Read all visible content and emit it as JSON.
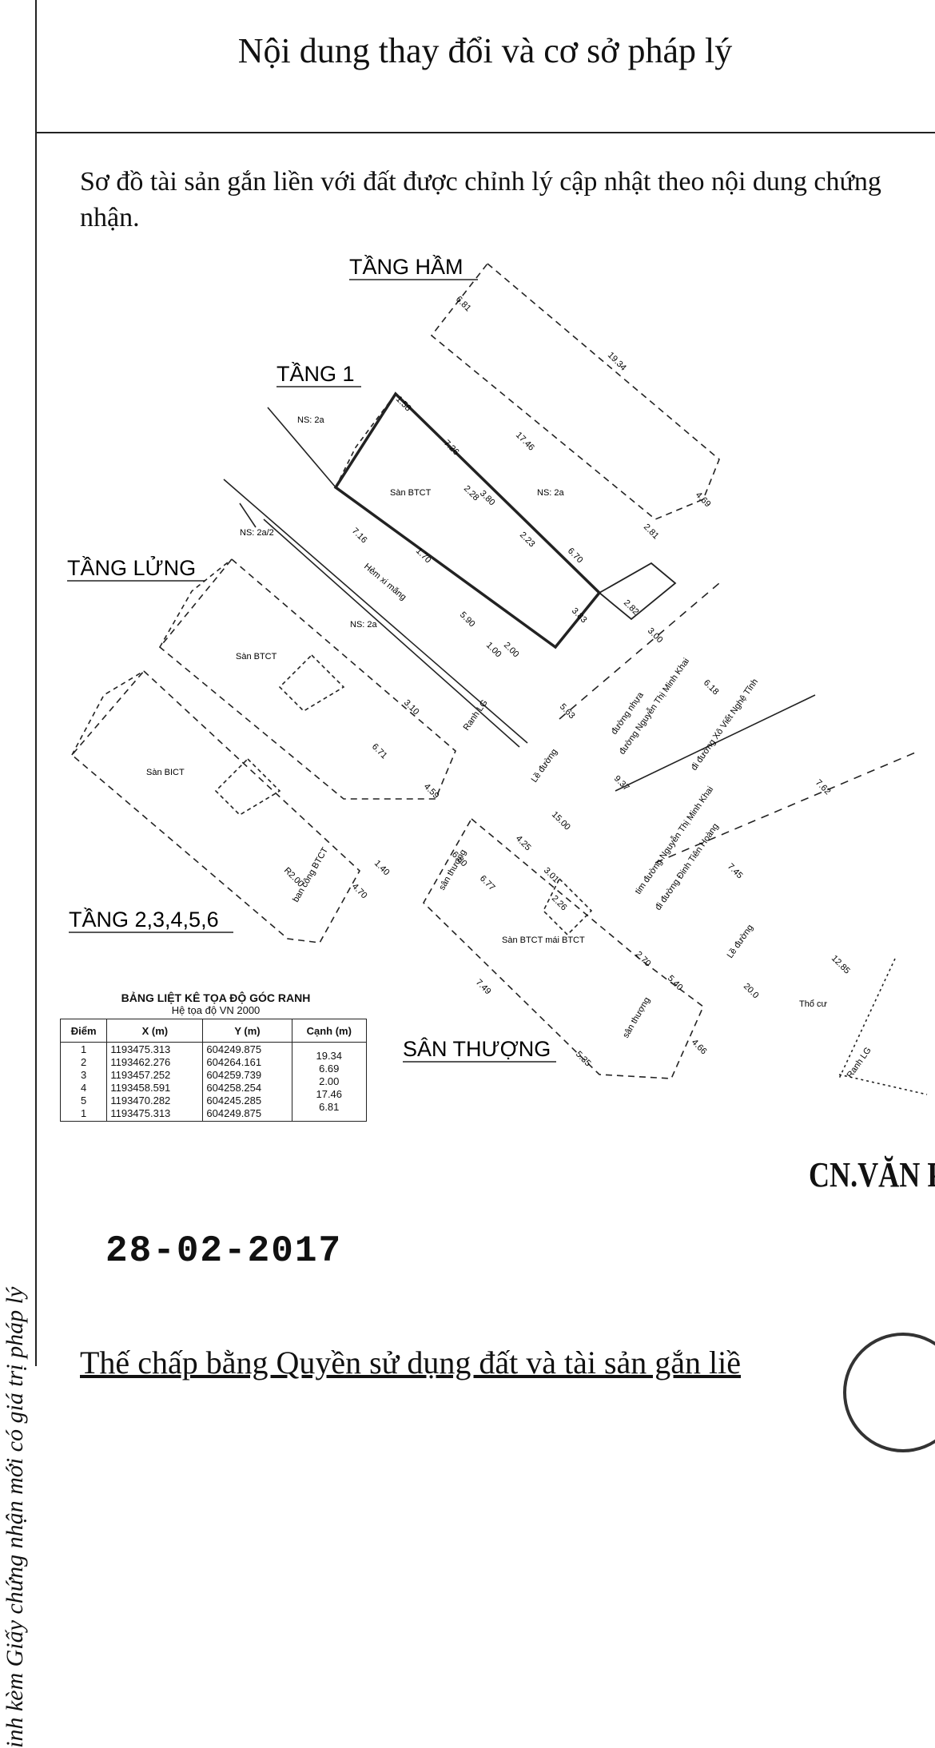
{
  "side_caption": "inh kèm Giấy chứng nhận mới có giá trị pháp lý",
  "header_title": "Nội dung thay đổi và cơ sở pháp lý",
  "intro_text": "Sơ đồ tài sản gắn liền với đất được chỉnh lý cập nhật theo nội dung chứng nhận.",
  "plan": {
    "floor_labels": {
      "basement": "TẦNG HẦM",
      "ground": "TẦNG 1",
      "mezzanine": "TẦNG LỬNG",
      "upper": "TẦNG 2,3,4,5,6",
      "roof": "SÂN THƯỢNG"
    },
    "room_labels": {
      "san_btct": "Sàn BTCT",
      "san_btct_alt": "Sàn BTCT",
      "san_bict": "Sàn BICT",
      "san_btct_moi": "Sàn BTCT\nmái BTCT",
      "san_thuong": "sân thượng",
      "hem": "Hẻm xi măng",
      "tho_cu": "Thổ cư",
      "ranh_lg": "Ranh LG",
      "le_duong": "Lề đường",
      "duong_nhua": "đường nhựa",
      "duong_ntmk": "đường Nguyễn Thị Minh Khai",
      "duong_xvnt": "đi đường Xô Viết Nghệ Tĩnh",
      "tim_duong": "tim đường Nguyễn Thị Minh Khai",
      "di_dinh": "đi đường Đinh Tiên Hoàng",
      "ns2a": "NS: 2a",
      "ns2a2": "NS: 2a/2",
      "ban_cong": "ban công BTCT"
    },
    "dimensions": [
      "6.81",
      "19.34",
      "17.46",
      "4.69",
      "2.81",
      "1.58",
      "7.26",
      "3.80",
      "2.28",
      "2.23",
      "6.70",
      "3.83",
      "7.16",
      "1.70",
      "5.90",
      "2.82",
      "3.00",
      "2.00",
      "1.00",
      "5.63",
      "15.00",
      "7.62",
      "7.45",
      "12.85",
      "20.0",
      "9.37",
      "6.18",
      "4.25",
      "6.77",
      "3.01",
      "2.26",
      "2.70",
      "5.40",
      "4.66",
      "5.35",
      "7.49",
      "6.80",
      "4.70",
      "1.40",
      "R2.00",
      "4.59",
      "6.71",
      "3.10"
    ]
  },
  "coord_table": {
    "title": "BẢNG LIỆT KÊ TỌA ĐỘ GÓC RANH",
    "subtitle": "Hệ tọa độ VN 2000",
    "headers": [
      "Điểm",
      "X (m)",
      "Y (m)",
      "Cạnh (m)"
    ],
    "rows": [
      {
        "pt": "1",
        "x": "1193475.313",
        "y": "604249.875"
      },
      {
        "pt": "2",
        "x": "1193462.276",
        "y": "604264.161"
      },
      {
        "pt": "3",
        "x": "1193457.252",
        "y": "604259.739"
      },
      {
        "pt": "4",
        "x": "1193458.591",
        "y": "604258.254"
      },
      {
        "pt": "5",
        "x": "1193470.282",
        "y": "604245.285"
      },
      {
        "pt": "1",
        "x": "1193475.313",
        "y": "604249.875"
      }
    ],
    "edges": [
      "19.34",
      "6.69",
      "2.00",
      "17.46",
      "6.81"
    ]
  },
  "date_stamp": "28-02-2017",
  "office_name": "CN.VĂN PH",
  "bottom_text": "Thế chấp bằng Quyền sử dụng đất và tài sản gắn liề"
}
